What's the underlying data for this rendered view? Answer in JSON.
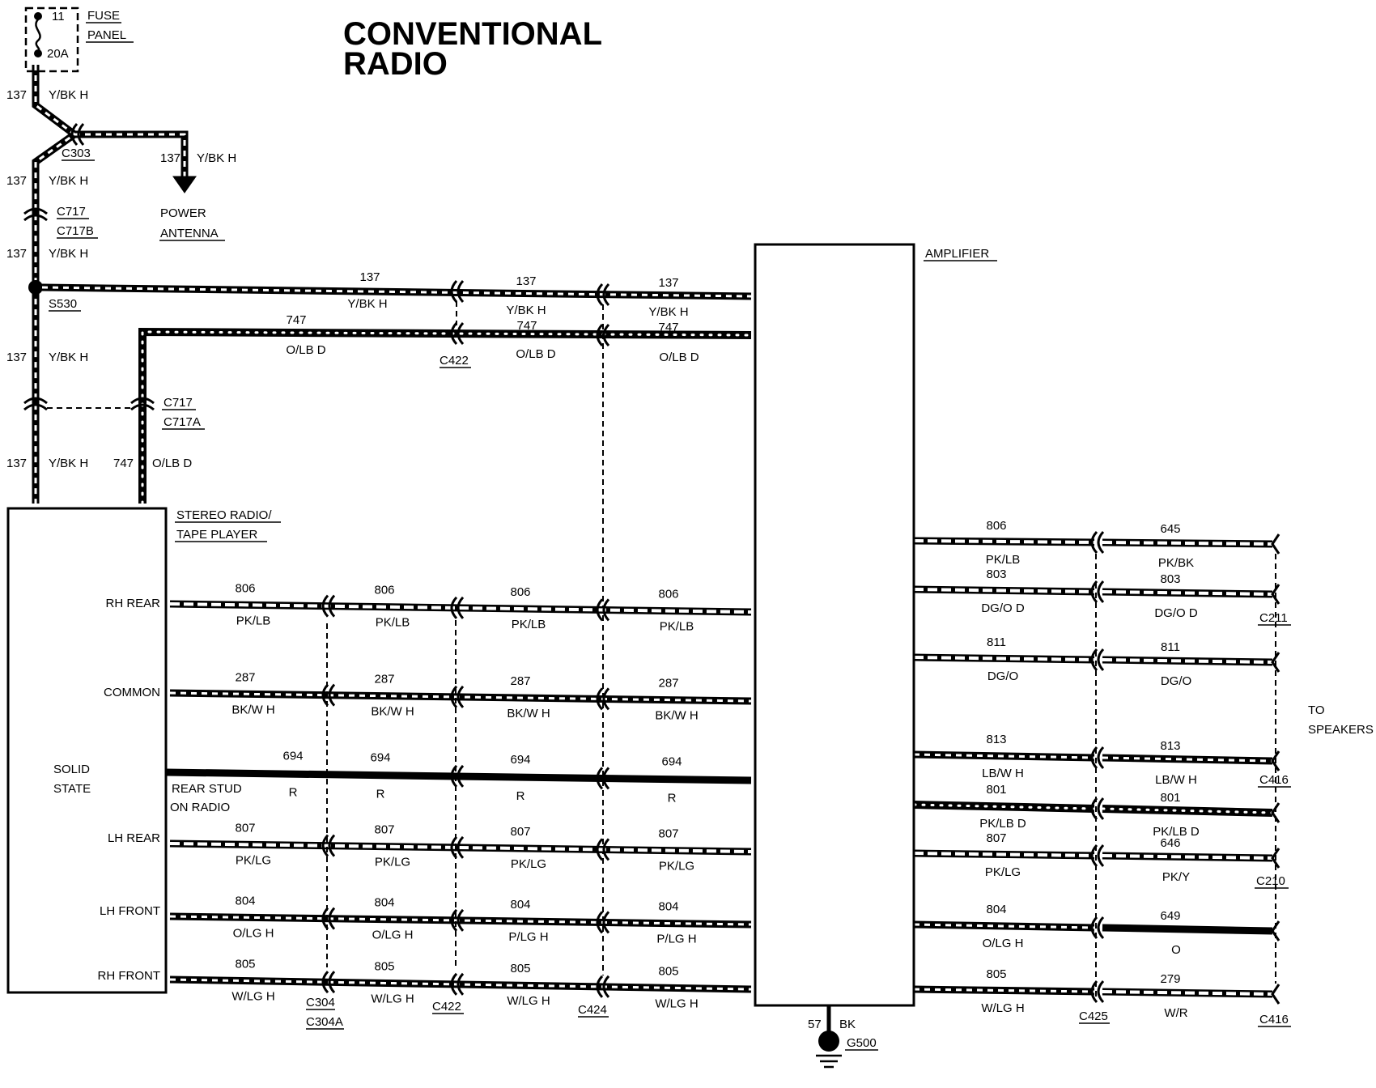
{
  "title_lines": [
    "CONVENTIONAL",
    "RADIO"
  ],
  "fuse": {
    "num": "11",
    "rating": "20A",
    "label1": "FUSE",
    "label2": "PANEL"
  },
  "c303": "C303",
  "power_antenna": {
    "num": "137",
    "color": "Y/BK H",
    "label1": "POWER",
    "label2": "ANTENNA"
  },
  "c717b": [
    "C717",
    "C717B"
  ],
  "s530": "S530",
  "c717a": [
    "C717",
    "C717A"
  ],
  "left_wires": [
    {
      "num": "137",
      "color": "Y/BK H"
    },
    {
      "num": "137",
      "color": "Y/BK H"
    },
    {
      "num": "137",
      "color": "Y/BK H"
    },
    {
      "num": "137",
      "color": "Y/BK H"
    },
    {
      "num": "137",
      "color": "Y/BK H"
    }
  ],
  "w747_left": {
    "num": "747",
    "color": "O/LB D"
  },
  "amplifier_label": "AMPLIFIER",
  "radio": {
    "label1": "STEREO RADIO/",
    "label2": "TAPE PLAYER",
    "solid1": "SOLID",
    "solid2": "STATE",
    "stud1": "REAR STUD",
    "stud2": "ON RADIO",
    "pins": [
      "RH REAR",
      "COMMON",
      "LH REAR",
      "LH FRONT",
      "RH FRONT"
    ]
  },
  "top_runs": [
    {
      "num": "137",
      "color": "Y/BK H"
    },
    {
      "num": "747",
      "color": "O/LB D"
    }
  ],
  "mid_runs": [
    {
      "num": "806",
      "color": "PK/LB"
    },
    {
      "num": "287",
      "color": "BK/W H"
    },
    {
      "num": "694",
      "color": "R"
    },
    {
      "num": "807",
      "color": "PK/LG"
    },
    {
      "num": "804",
      "color": "O/LG H"
    },
    {
      "num": "805",
      "color": "W/LG H"
    }
  ],
  "mid_run_overrides": {
    "804": [
      "O/LG H",
      "O/LG H",
      "P/LG H",
      "P/LG H"
    ]
  },
  "connectors_bottom": [
    "C304",
    "C304A",
    "C422",
    "C424"
  ],
  "c422_top": "C422",
  "ground": {
    "num": "57",
    "color": "BK",
    "id": "G500"
  },
  "right_runs": [
    {
      "a_num": "806",
      "a_color": "PK/LB",
      "b_num": "645",
      "b_color": "PK/BK"
    },
    {
      "a_num": "803",
      "a_color": "DG/O D",
      "b_num": "803",
      "b_color": "DG/O D"
    },
    {
      "a_num": "811",
      "a_color": "DG/O",
      "b_num": "811",
      "b_color": "DG/O"
    },
    {
      "a_num": "813",
      "a_color": "LB/W H",
      "b_num": "813",
      "b_color": "LB/W H"
    },
    {
      "a_num": "801",
      "a_color": "PK/LB D",
      "b_num": "801",
      "b_color": "PK/LB D"
    },
    {
      "a_num": "807",
      "a_color": "PK/LG",
      "b_num": "646",
      "b_color": "PK/Y"
    },
    {
      "a_num": "804",
      "a_color": "O/LG H",
      "b_num": "649",
      "b_color": "O"
    },
    {
      "a_num": "805",
      "a_color": "W/LG H",
      "b_num": "279",
      "b_color": "W/R"
    }
  ],
  "right_connectors": {
    "c425": "C425",
    "c211": "C211",
    "c416a": "C416",
    "c210": "C210",
    "c416b": "C416"
  },
  "to_speakers": [
    "TO",
    "SPEAKERS"
  ]
}
